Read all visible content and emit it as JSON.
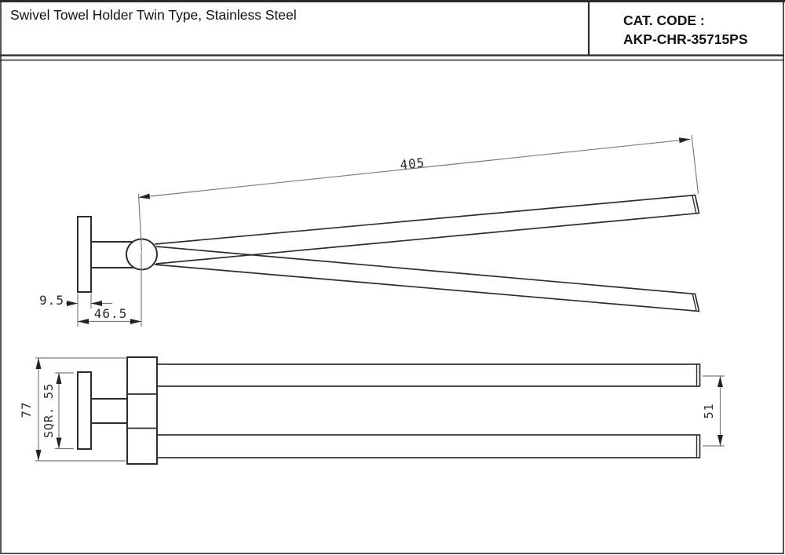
{
  "header": {
    "title": "Swivel Towel Holder Twin Type, Stainless Steel",
    "cat_code_label": "CAT. CODE :",
    "cat_code_value": "AKP-CHR-35715PS"
  },
  "drawing": {
    "dimensions": {
      "arm_length": "405",
      "wall_plate_thickness": "9.5",
      "wall_to_pivot_center": "46.5",
      "overall_depth": "77",
      "backplate_square": "SQR. 55",
      "bar_center_spacing": "51"
    },
    "colors": {
      "geometry_line": "#2e2e2e",
      "dimension_line": "#7a7a7a",
      "text": "#222222",
      "background": "#ffffff"
    }
  }
}
